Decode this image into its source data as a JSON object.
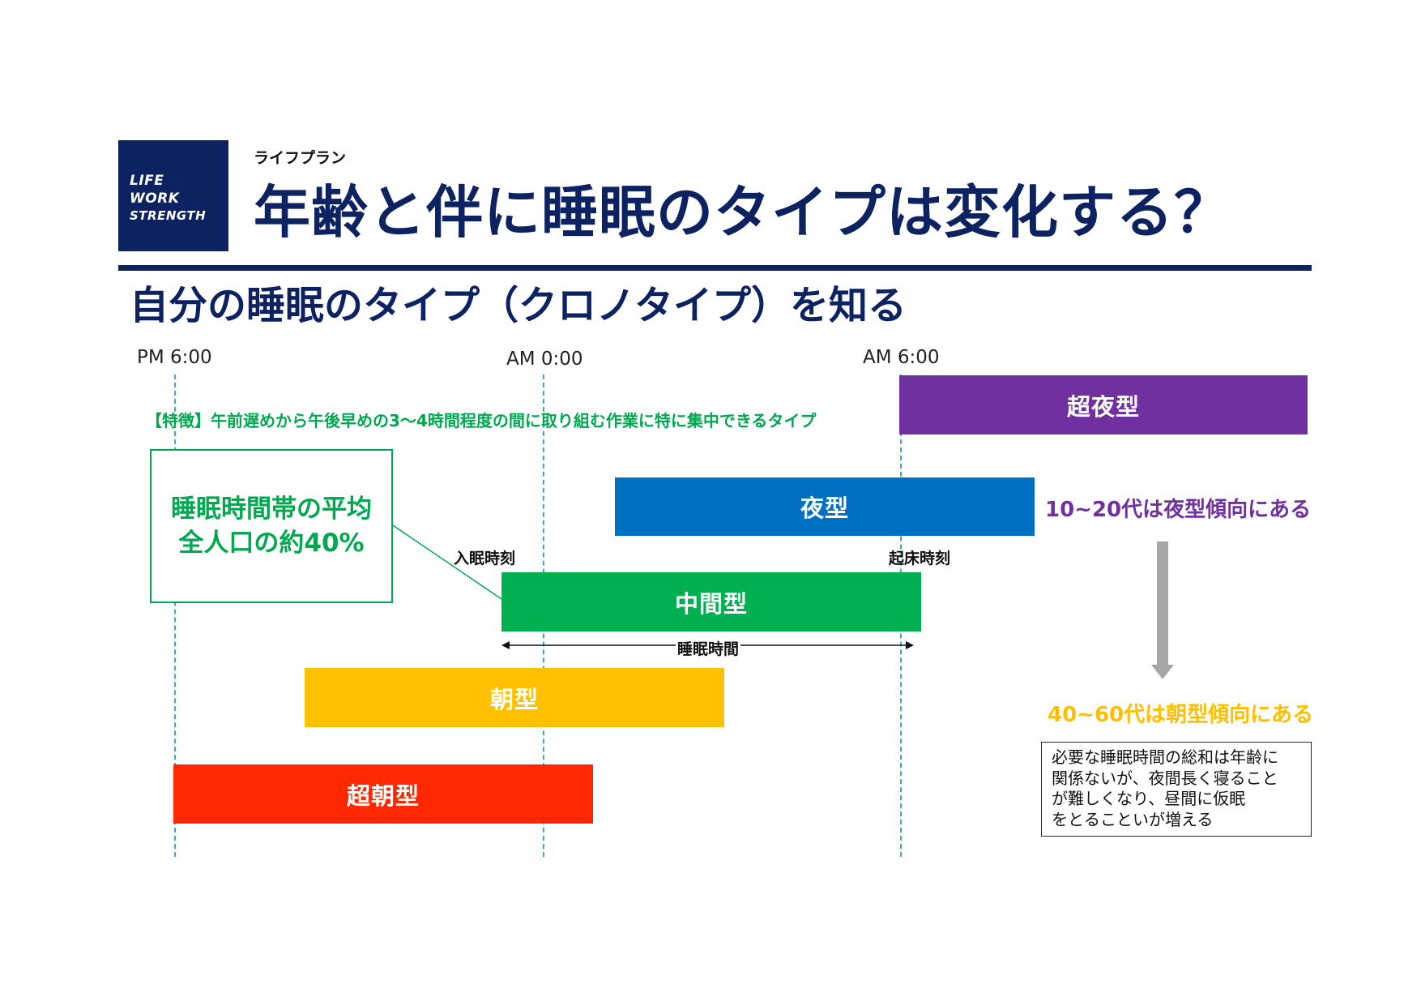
{
  "logo": {
    "lines": [
      "LIFE",
      "WORK",
      "STRENGTH"
    ]
  },
  "header": {
    "category": "ライフプラン",
    "title": "年齢と伴に睡眠のタイプは変化する？",
    "section": "自分の睡眠のタイプ（クロノタイプ）を知る"
  },
  "timeline": {
    "labels": [
      "PM 6:00",
      "AM 0:00",
      "AM 6:00"
    ],
    "feature_text": "【特徴】午前遅めから午後早めの3～4時間程度の間に取り組む作業に特に集中できるタイプ"
  },
  "types": [
    {
      "name": "超夜型",
      "color": "#7030a0"
    },
    {
      "name": "夜型",
      "color": "#0070c0"
    },
    {
      "name": "中間型",
      "color": "#00b050"
    },
    {
      "name": "朝型",
      "color": "#ffc000"
    },
    {
      "name": "超朝型",
      "color": "#ff2800"
    }
  ],
  "callout": {
    "line1": "睡眠時間帯の平均",
    "line2": "全人口の約40%"
  },
  "annotations": {
    "bedtime": "入眠時刻",
    "waketime": "起床時刻",
    "duration": "睡眠時間"
  },
  "trends": {
    "young": "10~20代は夜型傾向にある",
    "older": "40~60代は朝型傾向にある"
  },
  "note": {
    "lines": [
      "必要な睡眠時間の総和は年齢に",
      "関係ないが、夜間長く寝ること",
      "が難しくなり、昼間に仮眠",
      "をとることいが増える"
    ]
  },
  "colors": {
    "navy": "#0d2260",
    "guide": "#43a4c9",
    "green_text": "#00a84f",
    "arrow": "#a6a6a6"
  }
}
